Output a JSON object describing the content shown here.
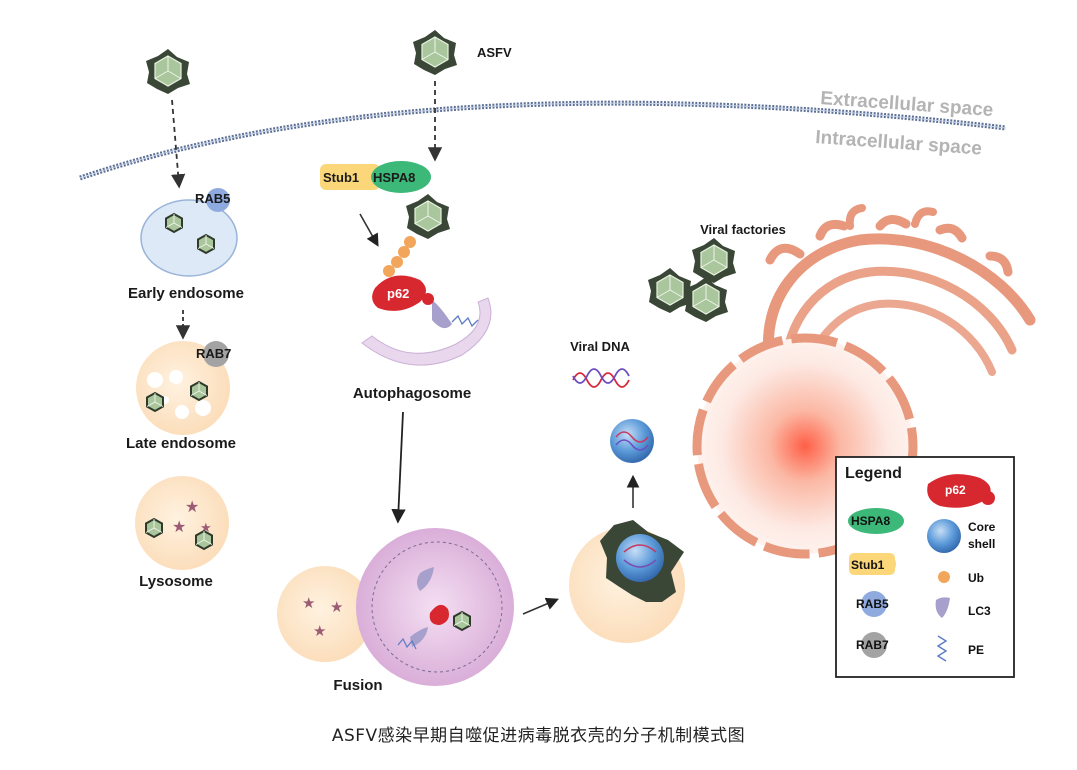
{
  "labels": {
    "asfv": "ASFV",
    "extracellular": "Extracellular space",
    "intracellular": "Intracellular space",
    "rab5": "RAB5",
    "rab7": "RAB7",
    "early_endosome": "Early endosome",
    "late_endosome": "Late endosome",
    "lysosome": "Lysosome",
    "stub1": "Stub1",
    "hspa8": "HSPA8",
    "p62": "p62",
    "autophagosome": "Autophagosome",
    "fusion": "Fusion",
    "viral_dna": "Viral DNA",
    "viral_factories": "Viral factories"
  },
  "legend": {
    "title": "Legend",
    "p62": "p62",
    "hspa8": "HSPA8",
    "core_shell_1": "Core",
    "core_shell_2": "shell",
    "stub1": "Stub1",
    "ub": "Ub",
    "rab5": "RAB5",
    "lc3": "LC3",
    "rab7": "RAB7",
    "pe": "PE"
  },
  "caption": "ASFV感染早期自噬促进病毒脱衣壳的分子机制模式图",
  "colors": {
    "virus_fill": "#9fbd8f",
    "virus_edge": "#2f3a2c",
    "endosome": "#dde9f7",
    "cell_cream": "#fbe3c6",
    "p62_red": "#d7282f",
    "hspa8_green": "#3cb878",
    "stub1_yellow": "#fbd77a",
    "rab5_blue": "#8eaadf",
    "rab7_grey": "#a3a3a3",
    "ub_orange": "#f2a65b",
    "lc3_purple": "#a79fcc",
    "nucleus_red": "#f06b55",
    "er_salmon": "#e8987c",
    "membrane_blue": "#5b6f95"
  }
}
